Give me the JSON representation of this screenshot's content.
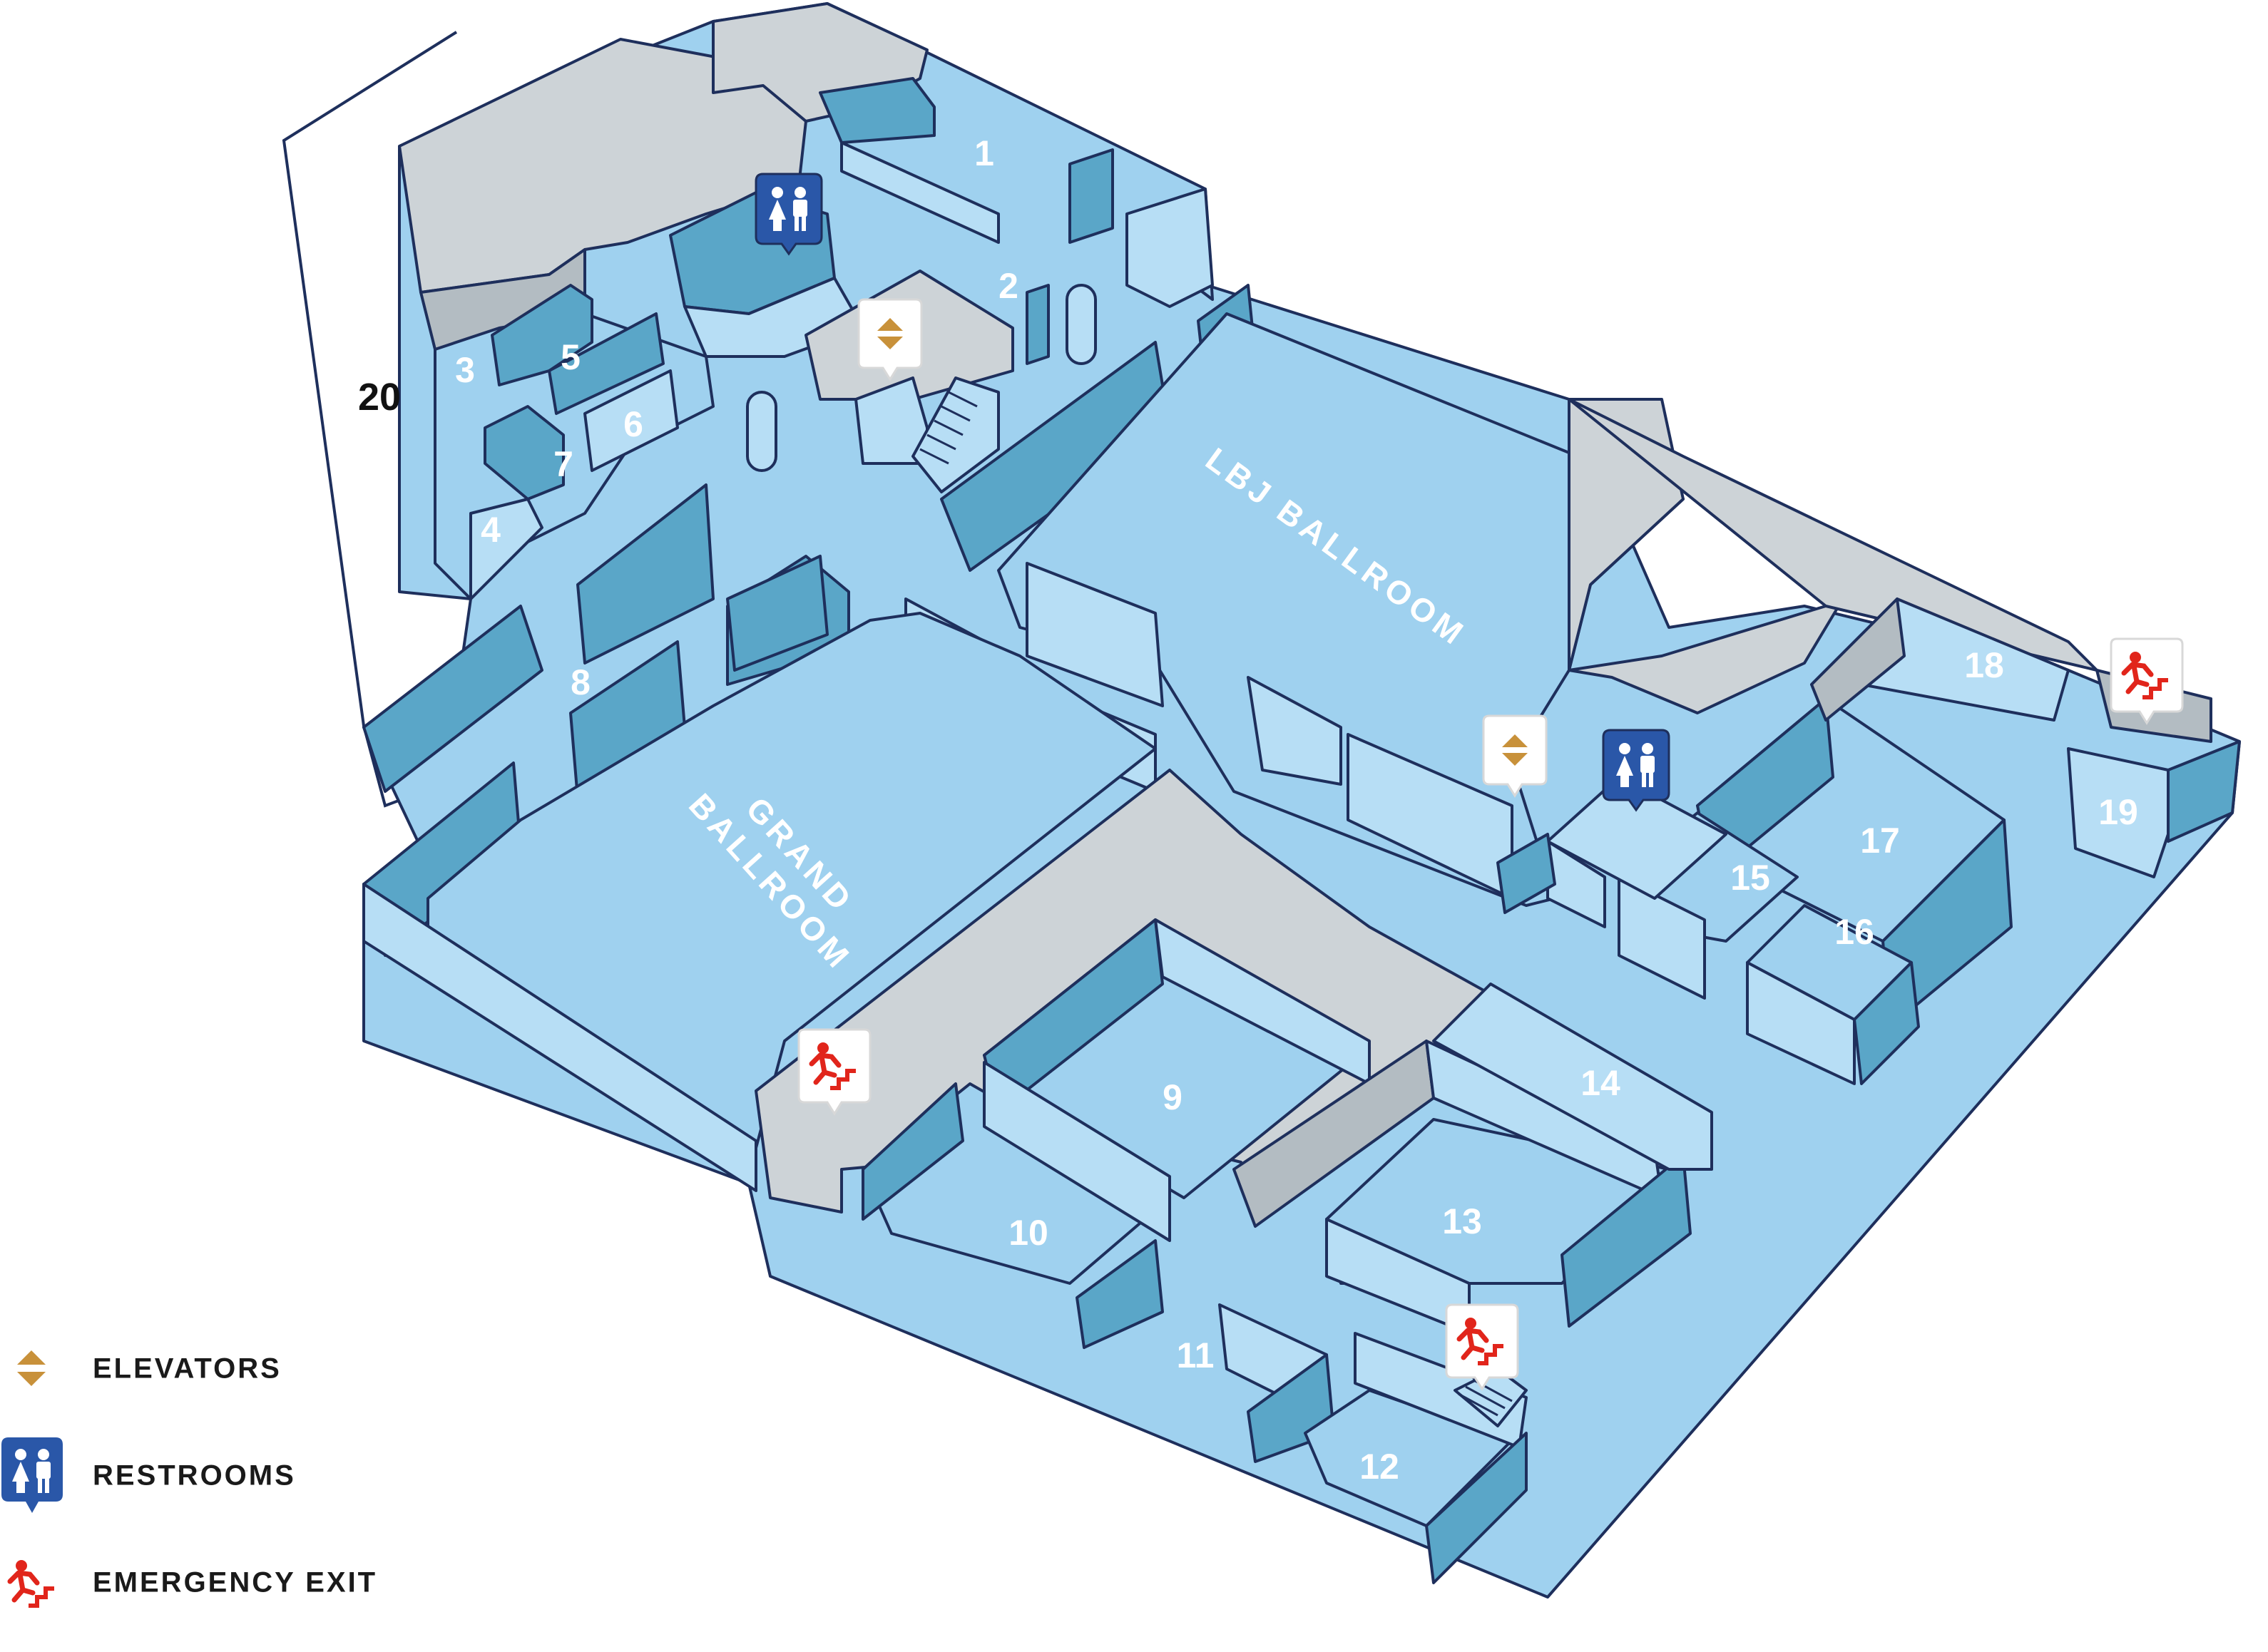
{
  "map": {
    "building_label": "20",
    "ballrooms": {
      "grand": [
        "GRAND",
        "BALLROOM"
      ],
      "lbj": "LBJ BALLROOM"
    },
    "rooms": [
      "1",
      "2",
      "3",
      "4",
      "5",
      "6",
      "7",
      "8",
      "9",
      "10",
      "11",
      "12",
      "13",
      "14",
      "15",
      "16",
      "17",
      "18",
      "19"
    ]
  },
  "legend": {
    "elevators": "ELEVATORS",
    "restrooms": "RESTROOMS",
    "emergency_exit": "EMERGENCY EXIT"
  },
  "colors": {
    "floor": "#9fd1ef",
    "floor_light": "#b7def5",
    "wall": "#5aa6c8",
    "service": "#cdd3d7",
    "outline": "#1e2f5c",
    "elevator": "#c8913a",
    "restroom": "#2a57a8",
    "exit": "#e1251b"
  },
  "icons": [
    "elevator-icon",
    "restroom-icon",
    "emergency-exit-icon"
  ]
}
